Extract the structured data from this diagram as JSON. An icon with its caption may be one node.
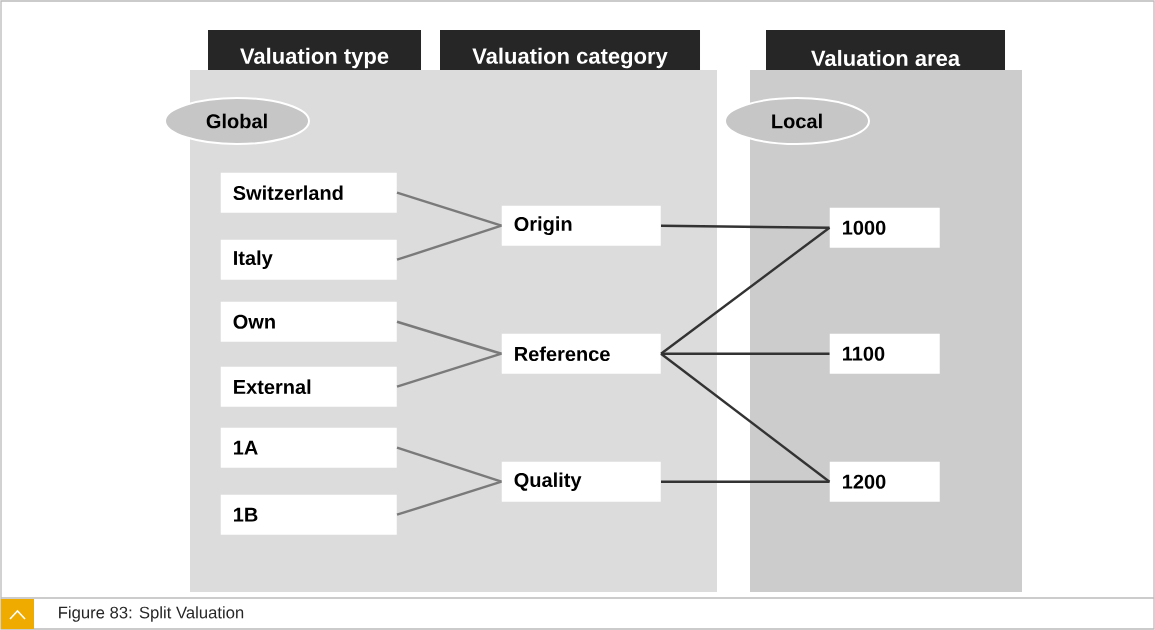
{
  "diagram": {
    "caption": "Figure 83: Split Valuation",
    "nodes": [
      {
        "text": [
          "Valuation type"
        ]
      },
      {
        "text": [
          "Valuation category"
        ]
      },
      {
        "text": [
          "Valuation area"
        ]
      },
      {
        "text": [],
        "shape": "box"
      },
      {
        "text": [
          "Global"
        ]
      },
      {
        "text": [
          "Switzerland"
        ],
        "in": 3
      },
      {
        "text": [
          "Italy"
        ],
        "in": 3
      },
      {
        "text": [
          "Own"
        ],
        "in": 3
      },
      {
        "text": [
          "External"
        ],
        "in": 3
      },
      {
        "text": [
          "1A"
        ],
        "in": 3
      },
      {
        "text": [
          "1B"
        ],
        "in": 3
      },
      {
        "text": [
          "Origin"
        ],
        "in": 3
      },
      {
        "text": [
          "Reference"
        ],
        "in": 3
      },
      {
        "text": [
          "Quality"
        ],
        "in": 3
      },
      {
        "text": [],
        "shape": "box"
      },
      {
        "text": [
          "Local"
        ]
      },
      {
        "text": [
          "1000"
        ],
        "in": 14
      },
      {
        "text": [
          "1100"
        ],
        "in": 14
      },
      {
        "text": [
          "1200"
        ],
        "in": 14
      }
    ],
    "edges": [
      {
        "from": 5,
        "to": 11,
        "arrow": "none"
      },
      {
        "from": 6,
        "to": 11,
        "arrow": "none"
      },
      {
        "from": 7,
        "to": 12,
        "arrow": "none"
      },
      {
        "from": 8,
        "to": 12,
        "arrow": "none"
      },
      {
        "from": 9,
        "to": 13,
        "arrow": "none"
      },
      {
        "from": 10,
        "to": 13,
        "arrow": "none"
      },
      {
        "from": 11,
        "to": 16,
        "arrow": "none",
        "color": "#333333"
      },
      {
        "from": 12,
        "to": 16,
        "arrow": "none",
        "color": "#333333"
      },
      {
        "from": 12,
        "to": 17,
        "arrow": "none",
        "color": "#333333"
      },
      {
        "from": 12,
        "to": 18,
        "arrow": "none",
        "color": "#333333"
      },
      {
        "from": 13,
        "to": 18,
        "arrow": "none",
        "color": "#333333"
      }
    ]
  }
}
